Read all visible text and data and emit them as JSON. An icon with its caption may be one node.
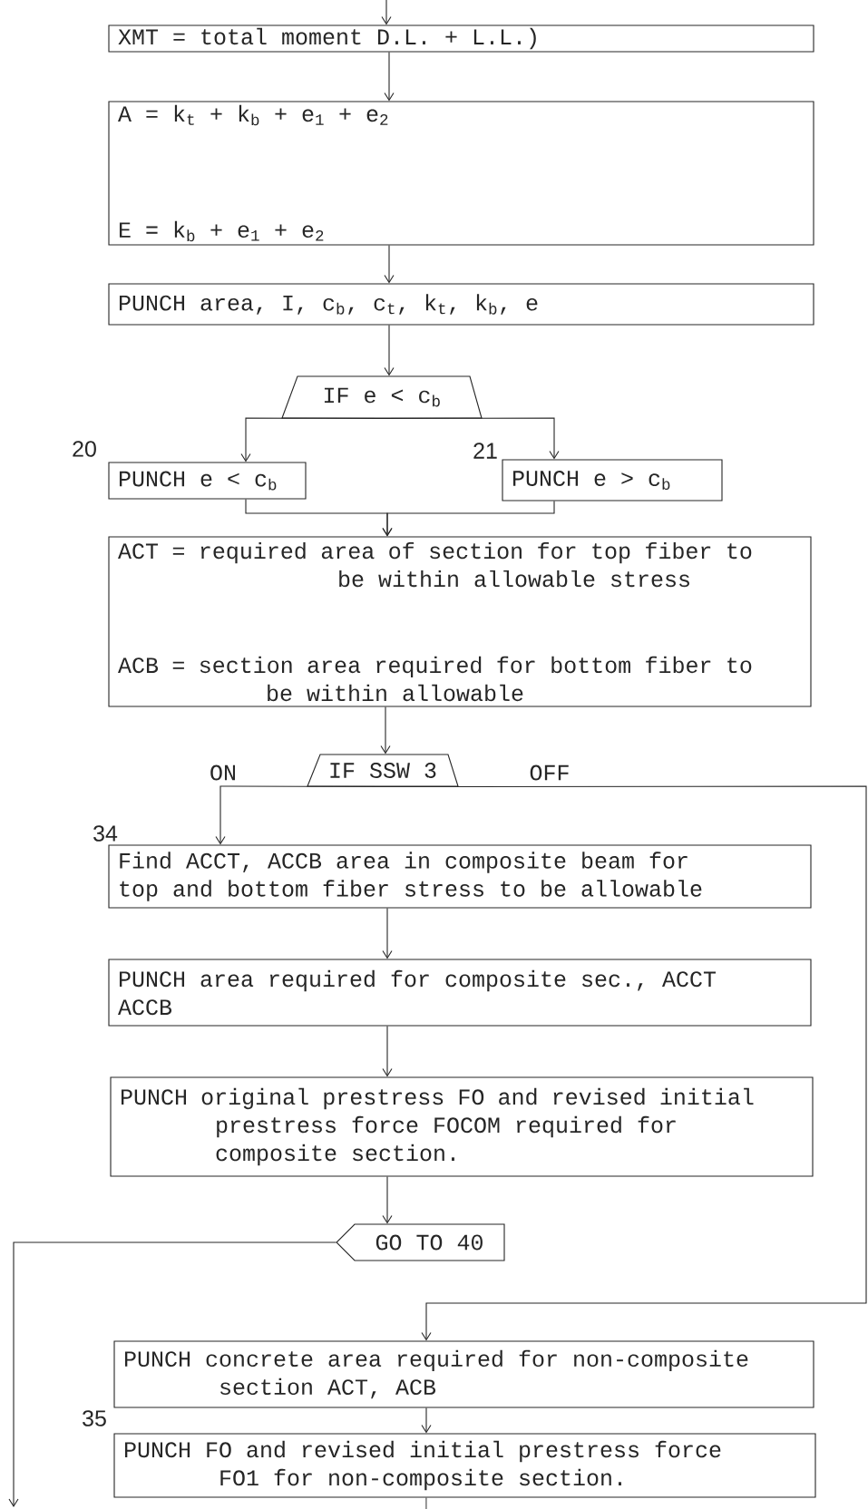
{
  "diagram": {
    "nodes": [
      {
        "text": [
          "XMT = total moment D.L. + L.L.)"
        ]
      },
      {
        "text": [
          "A = k$_{t}$ + k$_{b}$ + e$_{1}$ + e$_{2}$",
          "E = k$_{b}$ + e$_{1}$ + e$_{2}$"
        ]
      },
      {
        "text": [
          "PUNCH area, I, c$_{b}$, c$_{t}$, k$_{t}$, k$_{b}$, e"
        ]
      },
      {
        "text": [
          "IF e < c$_{b}$"
        ]
      },
      {
        "text": [
          "PUNCH e < c$_{b}$"
        ],
        "beside": [
          "20"
        ]
      },
      {
        "text": [
          "PUNCH e > c$_{b}$"
        ],
        "beside": [
          "21"
        ]
      },
      {
        "text": [
          "ACT = required area of section for top fiber to be within allowable stress",
          "ACB = section area required for bottom fiber to be within allowable"
        ]
      },
      {
        "text": [
          "IF SSW 3"
        ]
      },
      {
        "text": [
          "Find ACCT, ACCB area in composite beam for top and bottom fiber stress to be allowable"
        ],
        "beside": [
          "34"
        ]
      },
      {
        "text": [
          "PUNCH area required for composite sec., ACCT ACCB"
        ]
      },
      {
        "text": [
          "PUNCH original prestress FO and revised initial prestress force FOCOM required for composite section."
        ]
      },
      {
        "text": [
          "GO TO 40"
        ]
      },
      {
        "text": [
          "PUNCH concrete area required for non-composite section ACT, ACB"
        ]
      },
      {
        "text": [
          "PUNCH FO and revised initial prestress force FO1 for non-composite section."
        ],
        "beside": [
          "35"
        ]
      }
    ],
    "edges": [
      {
        "from": null,
        "to": 0,
        "arrow": "to"
      },
      {
        "from": 0,
        "to": 1,
        "arrow": "to"
      },
      {
        "from": 1,
        "to": 2,
        "arrow": "to"
      },
      {
        "from": 2,
        "to": 3,
        "arrow": "to"
      },
      {
        "from": 3,
        "to": 4,
        "arrow": "to"
      },
      {
        "from": 3,
        "to": 5,
        "arrow": "to"
      },
      {
        "from": 4,
        "to": 6,
        "arrow": "to"
      },
      {
        "from": 5,
        "to": 6,
        "arrow": "to"
      },
      {
        "from": 6,
        "to": 7,
        "arrow": "to"
      },
      {
        "from": 7,
        "to": 8,
        "arrow": "to",
        "label": "ON"
      },
      {
        "from": 7,
        "to": 12,
        "arrow": "to",
        "label": "OFF"
      },
      {
        "from": 8,
        "to": 9,
        "arrow": "to"
      },
      {
        "from": 9,
        "to": 10,
        "arrow": "to"
      },
      {
        "from": 10,
        "to": 11,
        "arrow": "to"
      },
      {
        "from": 11,
        "to": null,
        "arrow": "to"
      },
      {
        "from": 12,
        "to": 13,
        "arrow": "to"
      },
      {
        "from": 13,
        "to": null,
        "arrow": "none"
      }
    ]
  }
}
